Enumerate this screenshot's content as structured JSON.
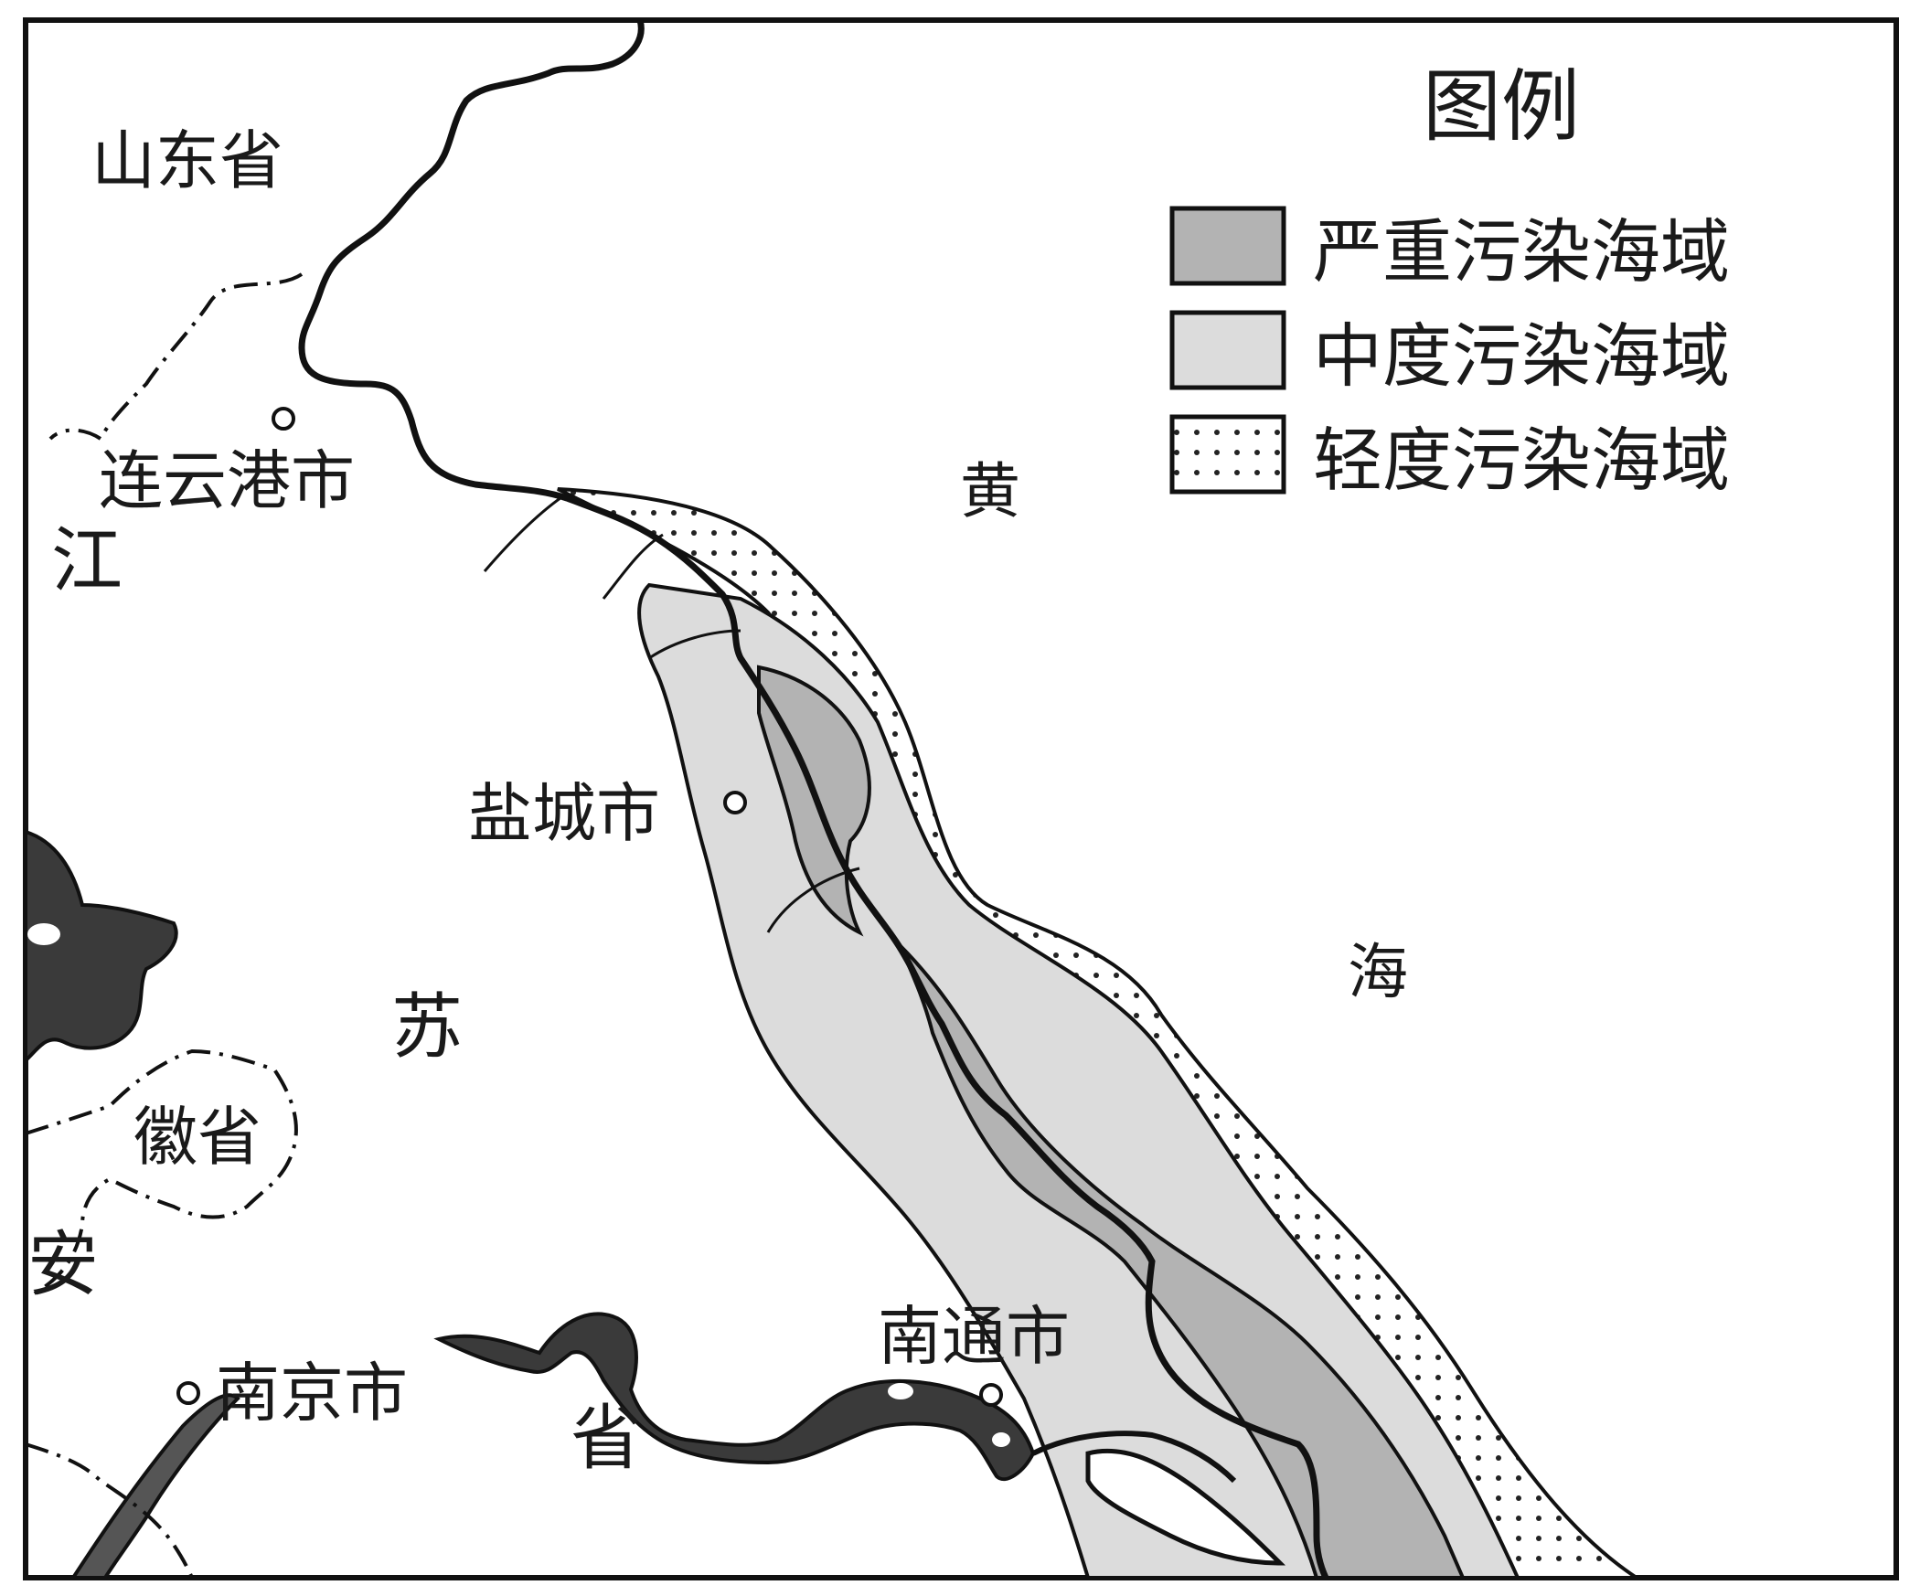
{
  "legend": {
    "title": "图例",
    "items": [
      {
        "label": "严重污染海域",
        "fill": "#b3b3b3"
      },
      {
        "label": "中度污染海域",
        "fill": "#dcdcdc"
      },
      {
        "label": "轻度污染海域",
        "fill": "dotted"
      }
    ]
  },
  "provinces": {
    "shandong": "山东省",
    "jiang": "江",
    "su": "苏",
    "sheng": "省",
    "an": "安",
    "huisheng": "徽省"
  },
  "cities": {
    "lianyungang": "连云港市",
    "yancheng": "盐城市",
    "nanjing": "南京市",
    "nantong": "南通市"
  },
  "sea": {
    "huang": "黄",
    "hai": "海"
  },
  "colors": {
    "severe": "#b3b3b3",
    "moderate": "#dcdcdc",
    "water": "#3a3a3a",
    "line": "#111111"
  }
}
